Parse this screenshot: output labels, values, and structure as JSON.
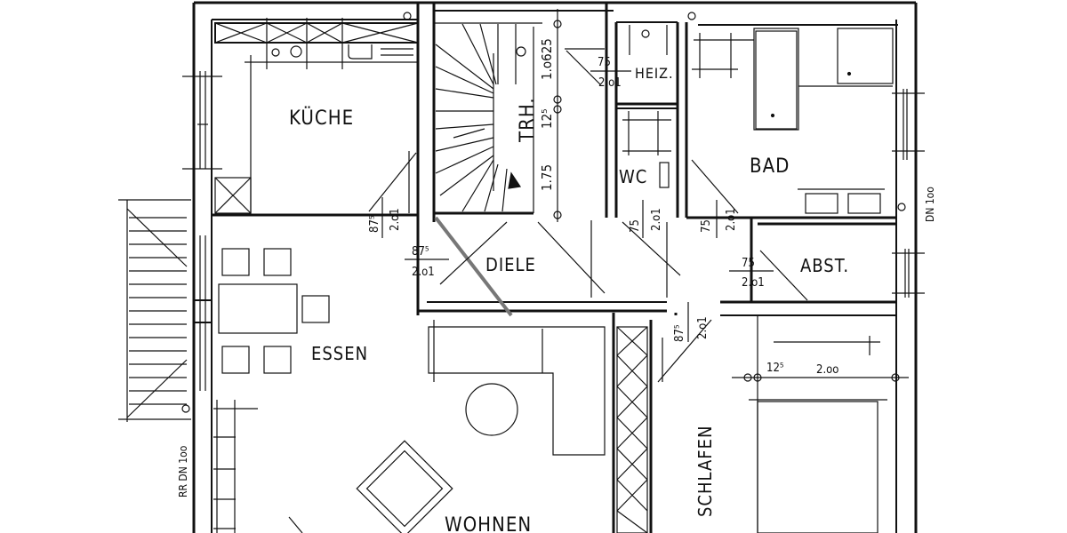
{
  "plan": {
    "rooms": {
      "kueche": "KÜCHE",
      "trh": "TRH.",
      "heiz": "HEIZ.",
      "wc": "WC",
      "bad": "BAD",
      "abst": "ABST.",
      "diele": "DIELE",
      "essen": "ESSEN",
      "wohnen": "WOHNEN",
      "schlafen": "SCHLAFEN"
    },
    "dimensions": {
      "stair_1": "1.o625",
      "stair_2": "12⁵",
      "stair_3": "1.75",
      "heiz_door_w": "75",
      "heiz_door_h": "2.o1",
      "kueche_door_w": "87⁵",
      "kueche_door_h": "2.o1",
      "diele_door_w": "87⁵",
      "diele_door_h": "2.o1",
      "wc_door_w": "75",
      "wc_door_h": "2.o1",
      "bad_door_w": "75",
      "bad_door_h": "2.o1",
      "abst_door_w": "75",
      "abst_door_h": "2.o1",
      "schlafen_door_w": "87⁵",
      "schlafen_door_h": "2.o1",
      "schlafen_offset": "12⁵",
      "schlafen_width": "2.oo"
    },
    "notes": {
      "downpipe_right": "DN 1oo",
      "downpipe_left": "RR DN 1oo"
    }
  }
}
